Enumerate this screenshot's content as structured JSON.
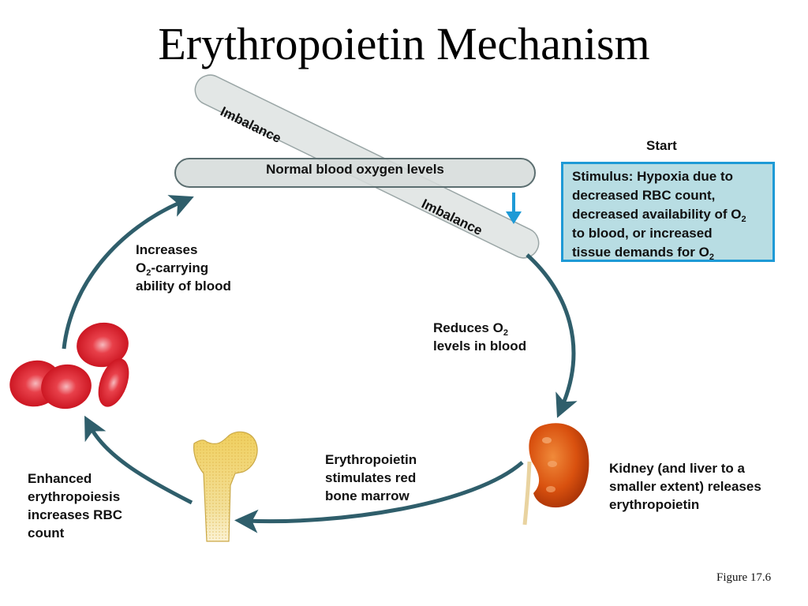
{
  "title": "Erythropoietin Mechanism",
  "normal_bar": {
    "label": "Normal blood oxygen levels"
  },
  "imbalance": {
    "upper_label": "Imbalance",
    "lower_label": "Imbalance"
  },
  "start_label": "Start",
  "stimulus": {
    "line1": "Stimulus: Hypoxia due to",
    "line2": "decreased RBC count,",
    "line3_pre": "decreased availability of O",
    "line3_sub": "2",
    "line4": "to blood, or increased",
    "line5_pre": "tissue demands for O",
    "line5_sub": "2"
  },
  "steps": {
    "reduces": {
      "line1_pre": "Reduces O",
      "line1_sub": "2",
      "line2": "levels in blood"
    },
    "kidney": {
      "line1": "Kidney (and liver to a",
      "line2": "smaller extent) releases",
      "line3": "erythropoietin"
    },
    "epo": {
      "line1": "Erythropoietin",
      "line2": "stimulates red",
      "line3": "bone marrow"
    },
    "enhanced": {
      "line1": "Enhanced",
      "line2": "erythropoiesis",
      "line3": "increases RBC",
      "line4": "count"
    },
    "increases": {
      "line1": "Increases",
      "line2_pre": "O",
      "line2_sub": "2",
      "line2_post": "-carrying",
      "line3": "ability of blood"
    }
  },
  "colors": {
    "arrow": "#2f5e6b",
    "stimulus_fill": "#b8dde3",
    "stimulus_border": "#1e9ad6",
    "start_arrow": "#1e9ad6",
    "bar_fill": "#d6dcdb",
    "rbc": "#e0252f",
    "kidney": "#d9510f",
    "bone": "#f0d77a"
  },
  "figure_label": "Figure 17.6"
}
